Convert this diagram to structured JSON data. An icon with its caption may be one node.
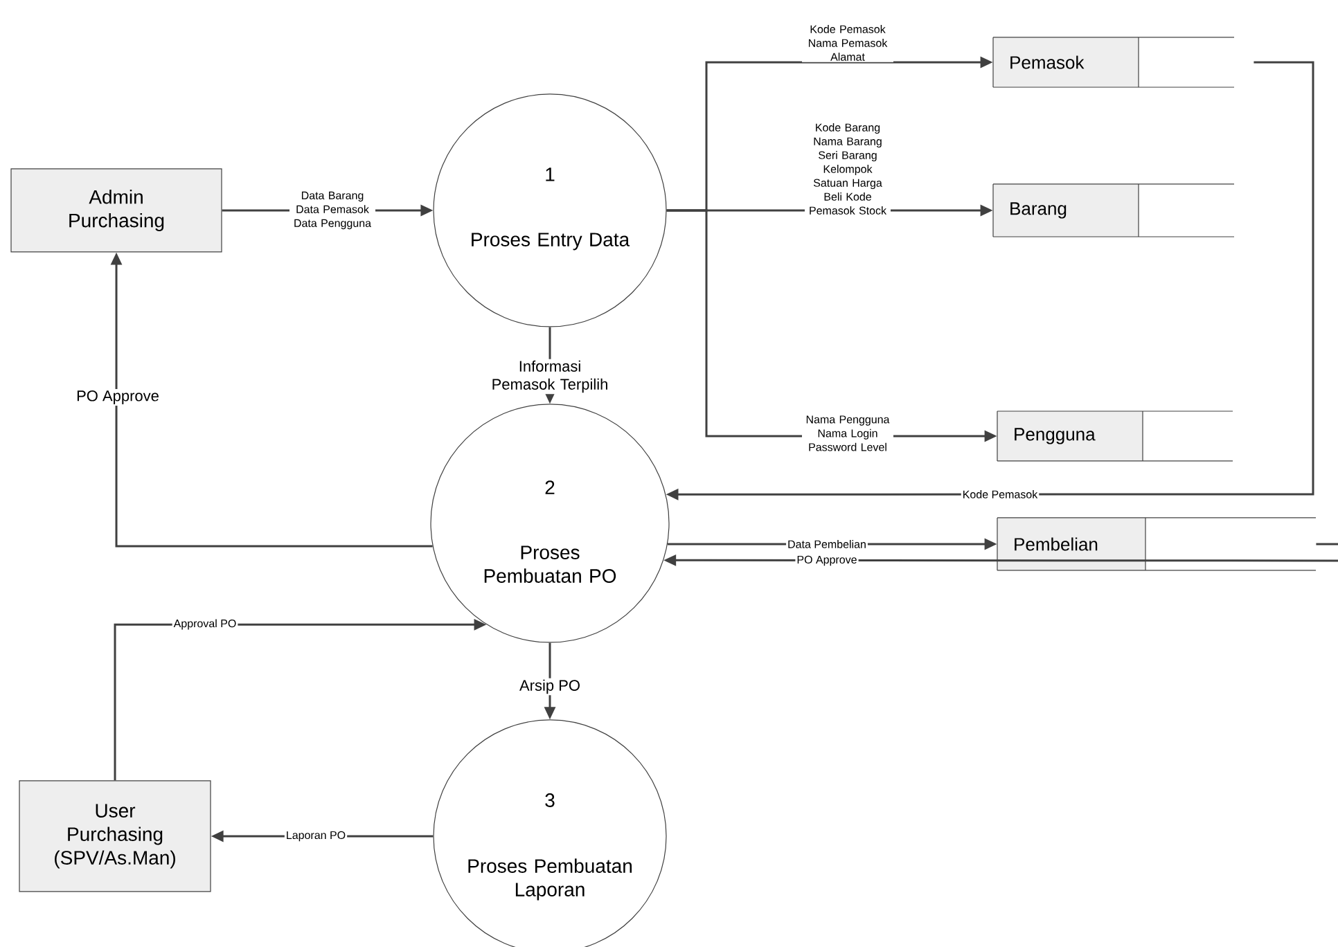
{
  "diagram": {
    "nodes": [
      {
        "text": [
          "Admin Purchasing"
        ]
      },
      {
        "text": [
          "1",
          "Proses Entry Data"
        ]
      },
      {
        "text": [
          "Pemasok"
        ]
      },
      {
        "text": [
          "Barang"
        ]
      },
      {
        "text": [
          "Pengguna"
        ]
      },
      {
        "text": [
          "2",
          "Proses Pembuatan PO"
        ]
      },
      {
        "text": [
          "Pembelian"
        ]
      },
      {
        "text": [
          "3",
          "Proses Pembuatan Laporan"
        ]
      },
      {
        "text": [
          "User Purchasing (SPV/As.Man)"
        ]
      }
    ],
    "edges": [
      {
        "from": 0,
        "to": 1,
        "arrow": "to",
        "label": "Data Barang Data Pemasok Data Pengguna"
      },
      {
        "from": 1,
        "to": 2,
        "arrow": "to",
        "label": "Kode Pemasok Nama Pemasok Alamat"
      },
      {
        "from": 1,
        "to": 3,
        "arrow": "to",
        "label": "Kode Barang Nama Barang Seri Barang Kelompok Satuan Harga Beli Kode Pemasok Stock"
      },
      {
        "from": 1,
        "to": 4,
        "arrow": "to",
        "label": "Nama Pengguna Nama Login Password Level"
      },
      {
        "from": 1,
        "to": 5,
        "arrow": "to",
        "label": "Informasi Pemasok Terpilih"
      },
      {
        "from": 2,
        "to": 5,
        "arrow": "to",
        "label": "Kode Pemasok"
      },
      {
        "from": 5,
        "to": 0,
        "arrow": "to",
        "label": "PO Approve"
      },
      {
        "from": 5,
        "to": 6,
        "arrow": "to",
        "label": "Data Pembelian"
      },
      {
        "from": null,
        "to": 5,
        "arrow": "to",
        "label": "PO Approve"
      },
      {
        "from": 8,
        "to": 5,
        "arrow": "to",
        "label": "Approval PO"
      },
      {
        "from": 5,
        "to": 7,
        "arrow": "to",
        "label": "Arsip PO"
      },
      {
        "from": 7,
        "to": 8,
        "arrow": "to",
        "label": "Laporan PO"
      },
      {
        "from": 6,
        "to": null,
        "arrow": "none"
      }
    ]
  }
}
